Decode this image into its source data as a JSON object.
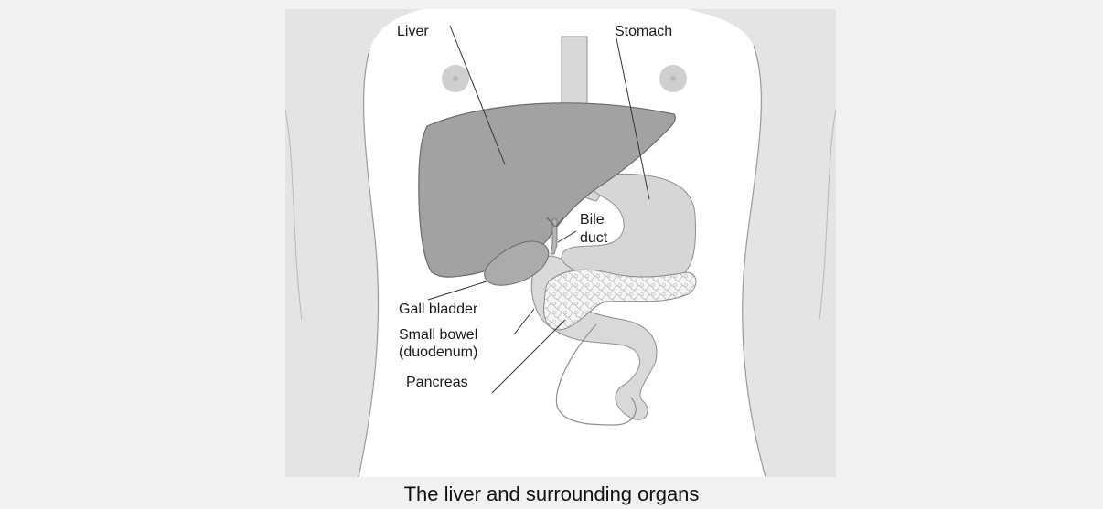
{
  "diagram": {
    "labels": {
      "liver": "Liver",
      "stomach": "Stomach",
      "bile_duct_line1": "Bile",
      "bile_duct_line2": "duct",
      "gall_bladder": "Gall bladder",
      "small_bowel_line1": "Small bowel",
      "small_bowel_line2": "(duodenum)",
      "pancreas": "Pancreas"
    },
    "caption": "The liver and surrounding organs"
  }
}
